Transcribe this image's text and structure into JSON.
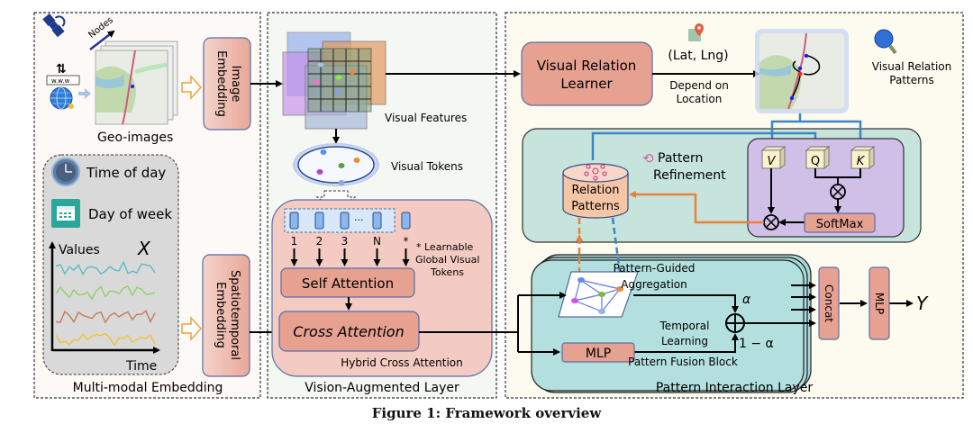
{
  "panels": {
    "multimodal": {
      "title": "Multi-modal Embedding"
    },
    "vision": {
      "title": "Vision-Augmented Layer"
    },
    "pattern": {
      "title": "Pattern Interaction Layer"
    }
  },
  "multimodal": {
    "nodes_label": "Nodes",
    "www_label": "w.w.w",
    "geo_images_label": "Geo-images",
    "image_embedding_label_1": "Image",
    "image_embedding_label_2": "Embedding",
    "time_of_day_label": "Time of day",
    "day_of_week_label": "Day of week",
    "values_label": "Values",
    "x_symbol": "X",
    "time_label": "Time",
    "st_embedding_label_1": "Spatiotemporal",
    "st_embedding_label_2": "Embedding",
    "series_colors": [
      "#5bbcc4",
      "#8fd16a",
      "#c57a5a",
      "#f0c23c"
    ]
  },
  "vision": {
    "visual_features_label": "Visual Features",
    "visual_tokens_label": "Visual Tokens",
    "token_labels": [
      "1",
      "2",
      "3",
      "N",
      "*"
    ],
    "ellipsis": "···",
    "learnable_note_1": "* Learnable",
    "learnable_note_2": "Global Visual",
    "learnable_note_3": "Tokens",
    "self_attention_label": "Self Attention",
    "cross_attention_label": "Cross Attention",
    "hybrid_label": "Hybrid Cross Attention"
  },
  "pattern": {
    "vrl_label_1": "Visual Relation",
    "vrl_label_2": "Learner",
    "latlng_label": "(Lat, Lng)",
    "depend_label_1": "Depend on",
    "depend_label_2": "Location",
    "vrp_label_1": "Visual Relation",
    "vrp_label_2": "Patterns",
    "refinement_label_1": "Pattern",
    "refinement_label_2": "Refinement",
    "relation_patterns_label_1": "Relation",
    "relation_patterns_label_2": "Patterns",
    "v_label": "V",
    "q_label": "Q",
    "k_label": "K",
    "softmax_label": "SoftMax",
    "pga_label_1": "Pattern-Guided",
    "pga_label_2": "Aggregation",
    "alpha_label": "α",
    "one_minus_alpha_label": "1 − α",
    "temporal_label_1": "Temporal",
    "temporal_label_2": "Learning",
    "mlp_label": "MLP",
    "fusion_block_label": "Pattern Fusion Block",
    "concat_label": "Concat",
    "mlp_out_label": "MLP",
    "y_symbol": "Y"
  },
  "caption": "Figure 1: Framework overview"
}
